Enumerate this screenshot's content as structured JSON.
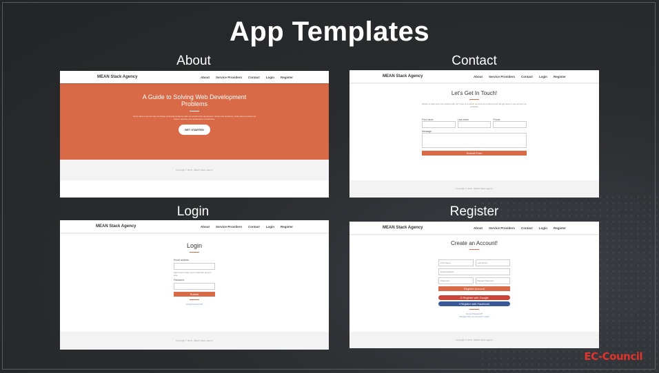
{
  "slide_title": "App Templates",
  "captions": {
    "about": "About",
    "contact": "Contact",
    "login": "Login",
    "register": "Register"
  },
  "nav": {
    "brand": "MEAN Stack Agency",
    "links": [
      "About",
      "Service Providers",
      "Contact",
      "Login",
      "Register"
    ]
  },
  "about": {
    "hero_title": "A Guide to Solving Web Development Problems",
    "hero_text": "You're able to access free of charge technical problems with our world's best developers. Solve web problems, write apps and discover how to develop web applications in real-time.",
    "cta": "GET STARTED",
    "footer": "Copyright © 2019 - MEAN Stack Agency"
  },
  "contact": {
    "heading": "Let's Get In Touch!",
    "subtext": "Ready to start your next project with us? Give us a call or send us an email and we will get back to you as soon as possible!",
    "first_name": "First name",
    "last_name": "Last name",
    "phone": "Phone",
    "message": "Message",
    "submit": "Submit Form",
    "footer": "Copyright © 2019 - MEAN Stack Agency"
  },
  "login": {
    "heading": "Login",
    "email_label": "Email address",
    "email_help": "We'll never share your email with anyone else.",
    "password_label": "Password",
    "submit": "Submit",
    "forgot": "Forgot Password?",
    "footer": "Copyright © 2019 - MEAN Stack Agency"
  },
  "register": {
    "heading": "Create an Account!",
    "first_name_ph": "First Name",
    "last_name_ph": "Last Name",
    "email_ph": "Email Address",
    "password_ph": "Password",
    "repeat_password_ph": "Repeat Password",
    "register_btn": "Register Account",
    "google_btn": "G  Register with Google",
    "facebook_btn": "f  Register with Facebook",
    "forgot": "Forgot Password?",
    "login_link": "Already have an account? Login!",
    "footer": "Copyright © 2019 - MEAN Stack Agency"
  },
  "logo": "EC-Council",
  "colors": {
    "accent": "#d96a47",
    "google": "#c9453a",
    "facebook": "#3b5998",
    "background": "#2a2c2f"
  }
}
